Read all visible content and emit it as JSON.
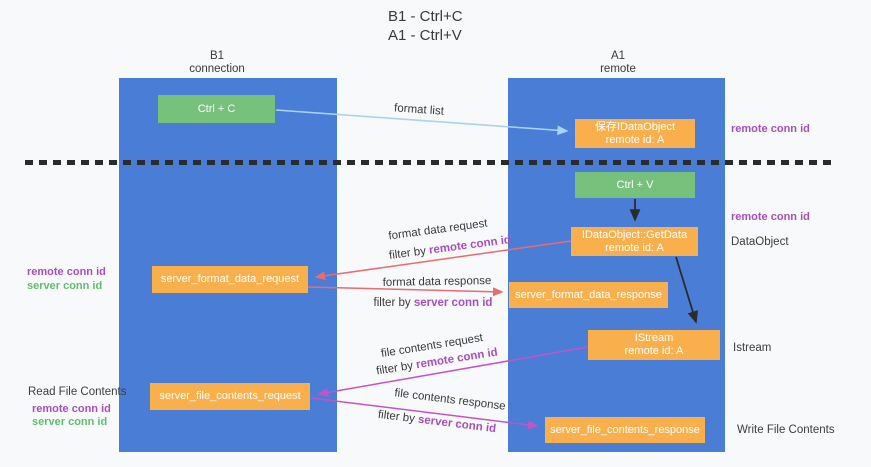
{
  "title": {
    "line1": "B1 - Ctrl+C",
    "line2": "A1 - Ctrl+V"
  },
  "columns": [
    {
      "name": "B1",
      "role": "connection"
    },
    {
      "name": "A1",
      "role": "remote"
    }
  ],
  "nodes": {
    "ctrl_c": "Ctrl + C",
    "ctrl_v": "Ctrl + V",
    "save_dataobject_l1": "保存IDataObject",
    "save_dataobject_l2": "remote id: A",
    "getdata_l1": "IDataObject::GetData",
    "getdata_l2": "remote id: A",
    "istream_l1": "IStream",
    "istream_l2": "remote id: A",
    "format_request": "server_format_data_request",
    "format_response": "server_format_data_response",
    "file_request": "server_file_contents_request",
    "file_response": "server_file_contents_response"
  },
  "arrows": {
    "format_list": "format list",
    "format_data_request": "format data request",
    "format_data_response": "format data response",
    "file_contents_request": "file contents request",
    "file_contents_response": "file contents response",
    "filter_prefix": "filter by",
    "remote_conn_id": "remote conn id",
    "server_conn_id": "server conn id"
  },
  "side_labels": {
    "remote_conn_id": "remote conn id",
    "server_conn_id": "server conn id",
    "dataobject": "DataObject",
    "istream": "Istream",
    "read_file": "Read File Contents",
    "write_file": "Write File Contents"
  },
  "colors": {
    "column_blue": "#4a7dd6",
    "box_green": "#76c17b",
    "box_orange": "#f9b04c",
    "arrow_red": "#e96c6e",
    "arrow_magenta": "#c653c6",
    "arrow_blue": "#a9d3f0",
    "arrow_black": "#2b2b2b",
    "text_purple": "#a84fc0",
    "text_green": "#5fbf6f",
    "text_dark": "#3d3d3d"
  }
}
